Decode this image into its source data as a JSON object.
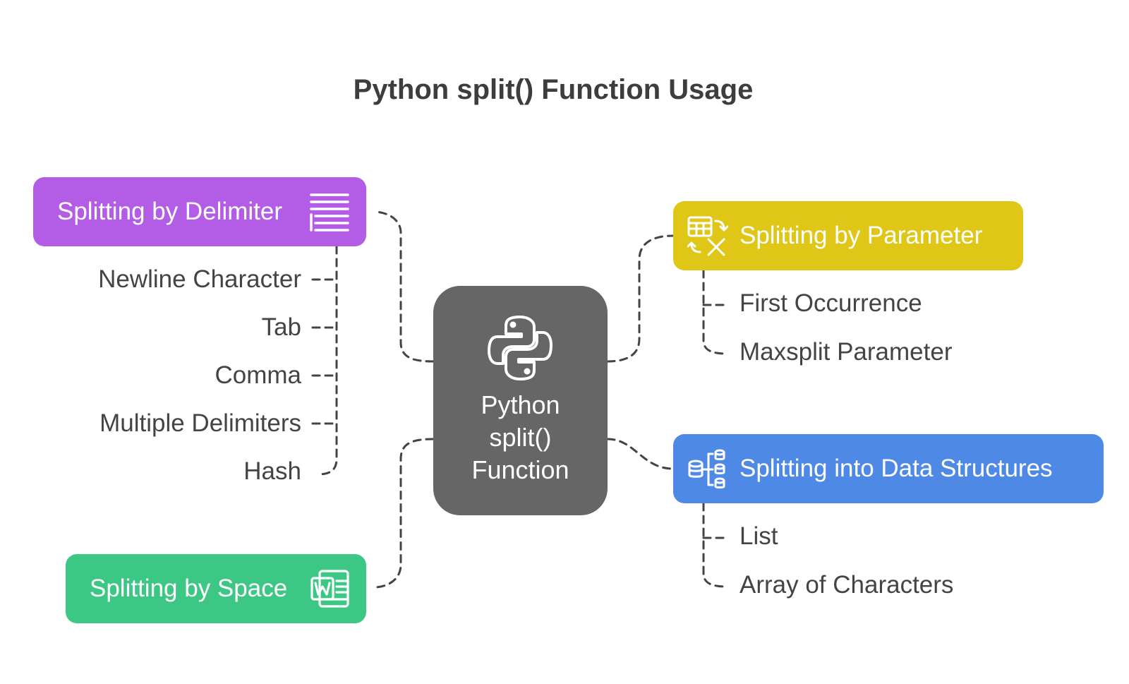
{
  "title": "Python split() Function Usage",
  "center": {
    "label": "Python\nsplit()\nFunction",
    "icon": "python-logo-icon"
  },
  "branches": {
    "delimiter": {
      "label": "Splitting by Delimiter",
      "icon": "list-lines-icon",
      "color": "#b35de6",
      "items": [
        "Newline Character",
        "Tab",
        "Comma",
        "Multiple Delimiters",
        "Hash"
      ]
    },
    "space": {
      "label": "Splitting by Space",
      "icon": "word-document-icon",
      "color": "#3dc785"
    },
    "parameter": {
      "label": "Splitting by Parameter",
      "icon": "table-split-icon",
      "color": "#e0c617",
      "items": [
        "First Occurrence",
        "Maxsplit Parameter"
      ]
    },
    "data": {
      "label": "Splitting into Data Structures",
      "icon": "database-tree-icon",
      "color": "#4f89e6",
      "items": [
        "List",
        "Array of Characters"
      ]
    }
  },
  "colors": {
    "center": "#666666",
    "connector": "#444444",
    "text": "#444444"
  }
}
